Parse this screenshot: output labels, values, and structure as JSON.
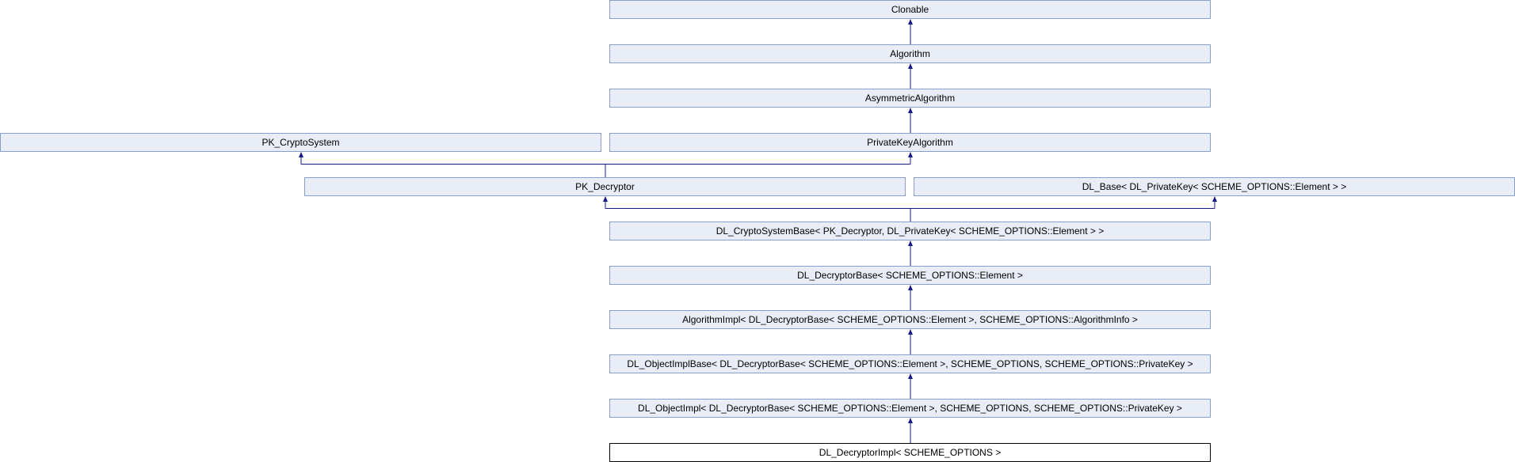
{
  "diagram": {
    "colors": {
      "node_fill": "#e8edf8",
      "node_border": "#8a9dc8",
      "current_node_border": "#000000",
      "edge": "#1a1a8c"
    },
    "nodes": {
      "clonable": "Clonable",
      "algorithm": "Algorithm",
      "asymmetric_algorithm": "AsymmetricAlgorithm",
      "pk_cryptosystem": "PK_CryptoSystem",
      "private_key_algorithm": "PrivateKeyAlgorithm",
      "pk_decryptor": "PK_Decryptor",
      "dl_base": "DL_Base< DL_PrivateKey< SCHEME_OPTIONS::Element > >",
      "dl_cryptosystem_base": "DL_CryptoSystemBase< PK_Decryptor, DL_PrivateKey< SCHEME_OPTIONS::Element > >",
      "dl_decryptor_base": "DL_DecryptorBase< SCHEME_OPTIONS::Element >",
      "algorithm_impl": "AlgorithmImpl< DL_DecryptorBase< SCHEME_OPTIONS::Element >, SCHEME_OPTIONS::AlgorithmInfo >",
      "dl_object_impl_base": "DL_ObjectImplBase< DL_DecryptorBase< SCHEME_OPTIONS::Element >, SCHEME_OPTIONS, SCHEME_OPTIONS::PrivateKey >",
      "dl_object_impl": "DL_ObjectImpl< DL_DecryptorBase< SCHEME_OPTIONS::Element >, SCHEME_OPTIONS, SCHEME_OPTIONS::PrivateKey >",
      "dl_decryptor_impl": "DL_DecryptorImpl< SCHEME_OPTIONS >"
    },
    "current_node": "dl_decryptor_impl",
    "inheritance": [
      [
        "algorithm",
        "clonable"
      ],
      [
        "asymmetric_algorithm",
        "algorithm"
      ],
      [
        "private_key_algorithm",
        "asymmetric_algorithm"
      ],
      [
        "pk_decryptor",
        "pk_cryptosystem"
      ],
      [
        "pk_decryptor",
        "private_key_algorithm"
      ],
      [
        "dl_cryptosystem_base",
        "pk_decryptor"
      ],
      [
        "dl_cryptosystem_base",
        "dl_base"
      ],
      [
        "dl_decryptor_base",
        "dl_cryptosystem_base"
      ],
      [
        "algorithm_impl",
        "dl_decryptor_base"
      ],
      [
        "dl_object_impl_base",
        "algorithm_impl"
      ],
      [
        "dl_object_impl",
        "dl_object_impl_base"
      ],
      [
        "dl_decryptor_impl",
        "dl_object_impl"
      ]
    ]
  }
}
